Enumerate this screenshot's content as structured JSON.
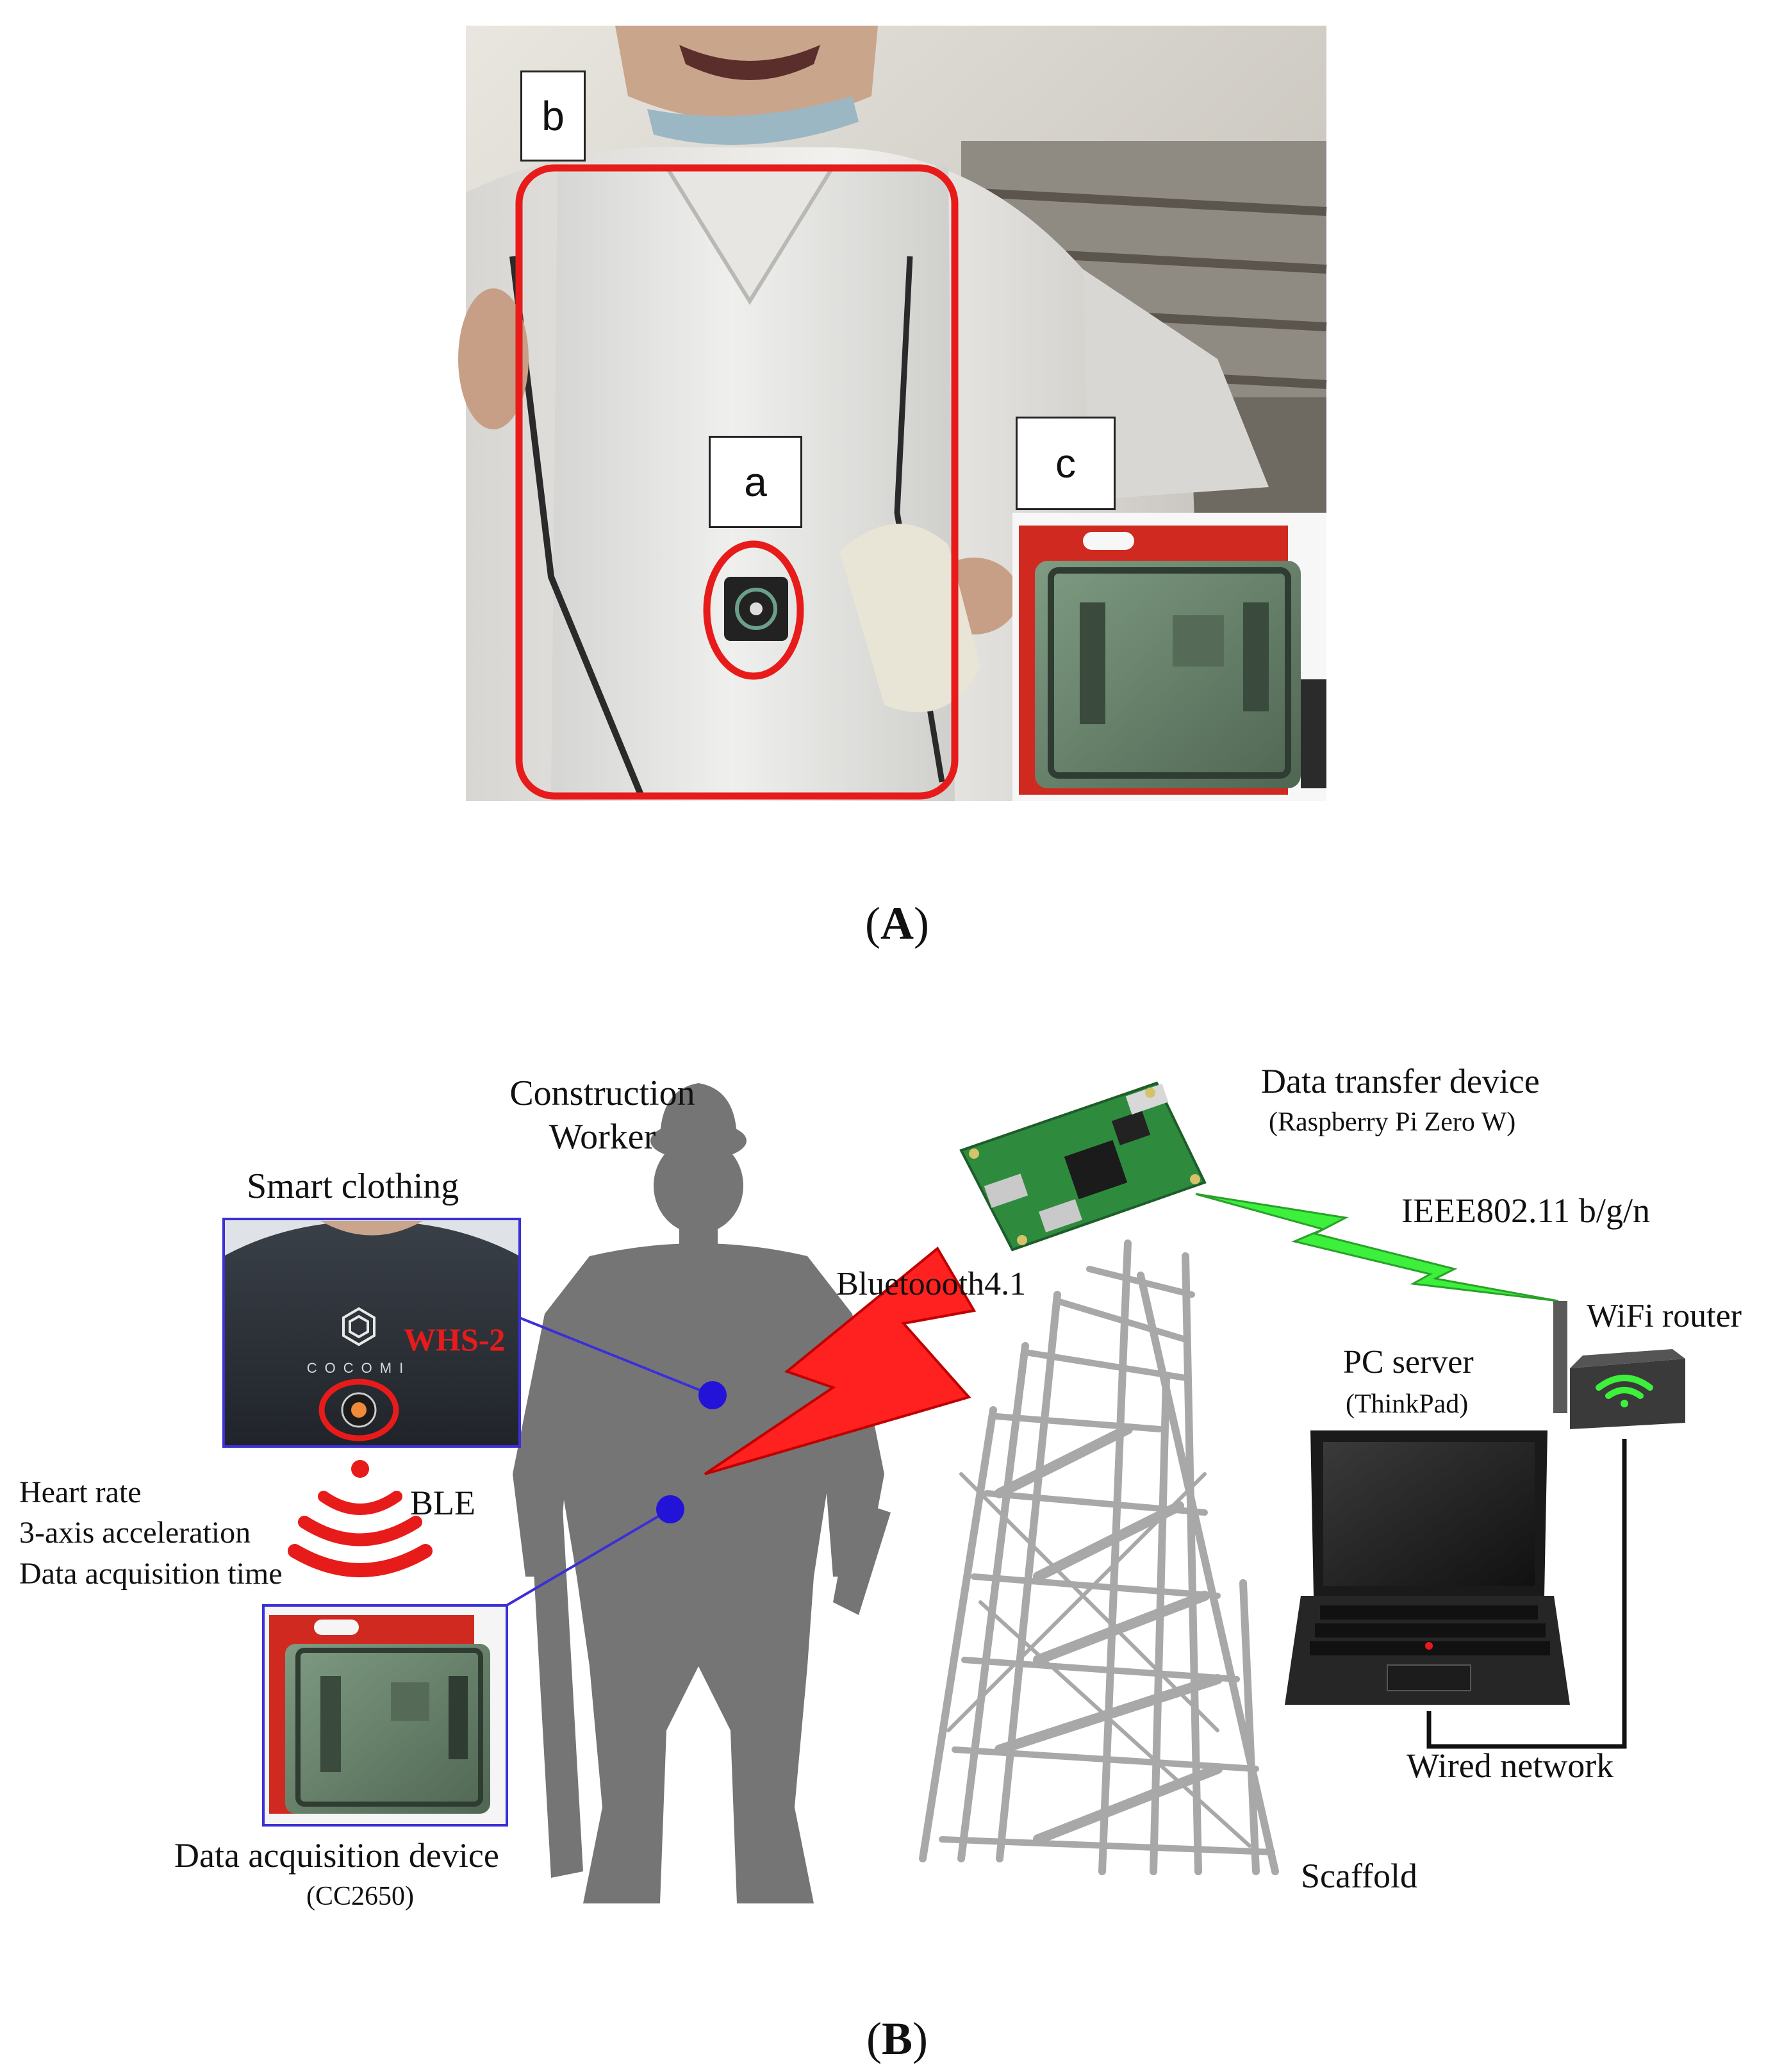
{
  "panel_a": {
    "labels": {
      "a": "a",
      "b": "b",
      "c": "c"
    },
    "caption_letter": "A"
  },
  "panel_b": {
    "caption_letter": "B",
    "construction_worker": "Construction\nWorker",
    "construction_worker_line1": "Construction",
    "construction_worker_line2": "Worker",
    "smart_clothing": "Smart clothing",
    "whs2": "WHS-2",
    "shirt_brand": "COCOMI",
    "heart_rate": "Heart rate",
    "acceleration": "3-axis acceleration",
    "acq_time": "Data acquisition time",
    "ble": "BLE",
    "bluetooth": "Bluetoooth4.1",
    "acq_device": "Data acquisition device",
    "acq_device_model": "(CC2650)",
    "transfer_device": "Data transfer device",
    "transfer_device_model": "(Raspberry Pi Zero W)",
    "ieee": "IEEE802.11 b/g/n",
    "wifi_router": "WiFi router",
    "pc_server": "PC server",
    "pc_server_model": "(ThinkPad)",
    "wired_network": "Wired network",
    "scaffold": "Scaffold"
  },
  "colors": {
    "highlight_red": "#e81b1b",
    "connector_blue": "#3b2fd6",
    "dot_blue": "#2313d8",
    "silhouette_gray": "#757575",
    "scaffold_gray": "#a8a8a8",
    "wifi_green": "#3cf03c"
  }
}
